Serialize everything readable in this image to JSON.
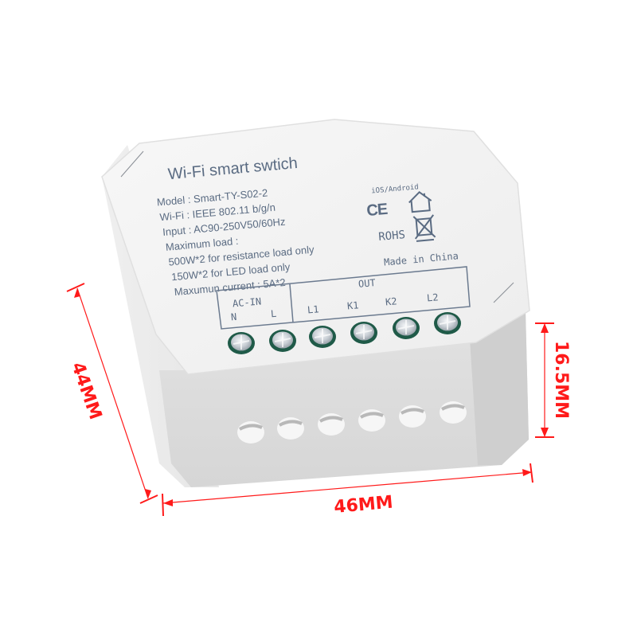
{
  "product": {
    "title": "Wi-Fi smart swtich",
    "spec_lines": [
      "Model : Smart-TY-S02-2",
      "Wi-Fi : IEEE 802.11 b/g/n",
      "Input : AC90-250V50/60Hz",
      "Maximum load :",
      "500W*2 for resistance load only",
      "150W*2  for LED load only",
      "Maxumun current : 5A*2"
    ],
    "platform": "iOS/Android",
    "certifications": {
      "ce": "CE",
      "rohs": "ROHS",
      "origin": "Made in China"
    },
    "terminal_block": {
      "ac_in_label": "AC-IN",
      "ac_in_terminals": [
        "N",
        "L"
      ],
      "out_label": "OUT",
      "out_terminals": [
        "L1",
        "K1",
        "K2",
        "L2"
      ]
    },
    "screw_count": 6,
    "wire_hole_count": 6,
    "colors": {
      "body_top": "#f2f2f2",
      "body_side": "#dcdcdc",
      "print": "#5a6b82",
      "screw_ring": "#1f5a48",
      "dimension": "#ff1a1a"
    }
  },
  "dimensions": {
    "depth": "44MM",
    "width": "46MM",
    "height": "16.5MM"
  }
}
